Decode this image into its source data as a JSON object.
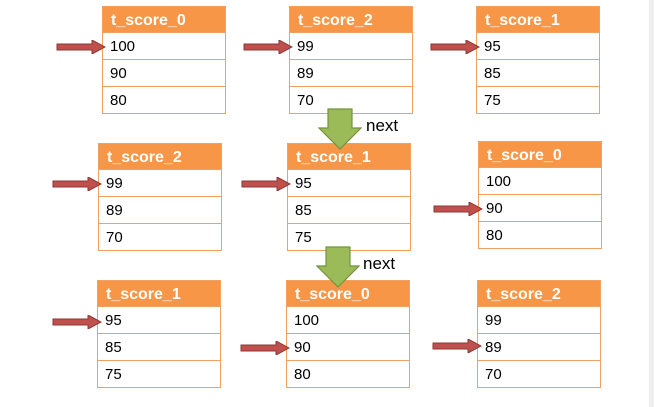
{
  "colors": {
    "header": "#f79646",
    "border": "#f0a060",
    "pointer": "#c0504d",
    "down_arrow": "#9bbb59"
  },
  "down_arrows": [
    {
      "label": "next"
    },
    {
      "label": "next"
    }
  ],
  "tables": [
    {
      "name": "t_score_0",
      "rows": [
        "100",
        "90",
        "80"
      ],
      "pointer_row": 0
    },
    {
      "name": "t_score_2",
      "rows": [
        "99",
        "89",
        "70"
      ],
      "pointer_row": 0
    },
    {
      "name": "t_score_1",
      "rows": [
        "95",
        "85",
        "75"
      ],
      "pointer_row": 0
    },
    {
      "name": "t_score_2",
      "rows": [
        "99",
        "89",
        "70"
      ],
      "pointer_row": 0
    },
    {
      "name": "t_score_1",
      "rows": [
        "95",
        "85",
        "75"
      ],
      "pointer_row": 0
    },
    {
      "name": "t_score_0",
      "rows": [
        "100",
        "90",
        "80"
      ],
      "pointer_row": 1
    },
    {
      "name": "t_score_1",
      "rows": [
        "95",
        "85",
        "75"
      ],
      "pointer_row": 0
    },
    {
      "name": "t_score_0",
      "rows": [
        "100",
        "90",
        "80"
      ],
      "pointer_row": 1
    },
    {
      "name": "t_score_2",
      "rows": [
        "99",
        "89",
        "70"
      ],
      "pointer_row": 1
    }
  ]
}
